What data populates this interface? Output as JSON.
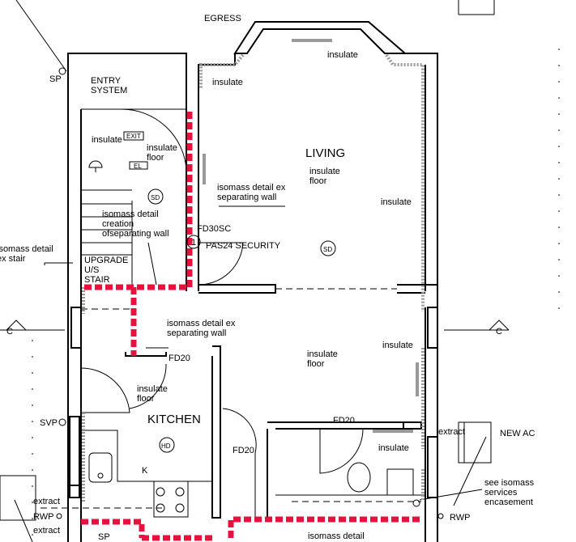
{
  "title": "Ground floor plan",
  "colors": {
    "separating_wall": "#e8103c",
    "insulation": "#999999",
    "walls": "#000000"
  },
  "labels": {
    "egress": "EGRESS",
    "entry_system": [
      "ENTRY",
      "SYSTEM"
    ],
    "living": "LIVING",
    "kitchen": "KITCHEN",
    "insulate": "insulate",
    "insulate_floor": [
      "insulate",
      "floor"
    ],
    "exit_sign": "EXIT",
    "el": "EL",
    "sd": "SD",
    "hd": "HD",
    "k": "K",
    "fd30sc": "FD30SC",
    "door_number": "1",
    "pas24": "PAS24  SECURITY",
    "fd20": "FD20",
    "isomass_ex_sep": [
      "isomass  detail  ex",
      "separating  wall"
    ],
    "isomass_creation": [
      "isomass  detail",
      "creation",
      "ofseparating  wall"
    ],
    "isomass_ex_stair": [
      "isomass  detail",
      "ex  stair"
    ],
    "upgrade_stair": [
      "UPGRADE",
      "U/S",
      "STAIR"
    ],
    "isomass_bottom": "isomass  detail",
    "see_isomass": [
      "see  isomass",
      "services",
      "encasement"
    ],
    "svp": "SVP",
    "sp": "SP",
    "rwp": "RWP",
    "extract": "extract",
    "new_ac": "NEW  AC",
    "section_c": "C"
  }
}
